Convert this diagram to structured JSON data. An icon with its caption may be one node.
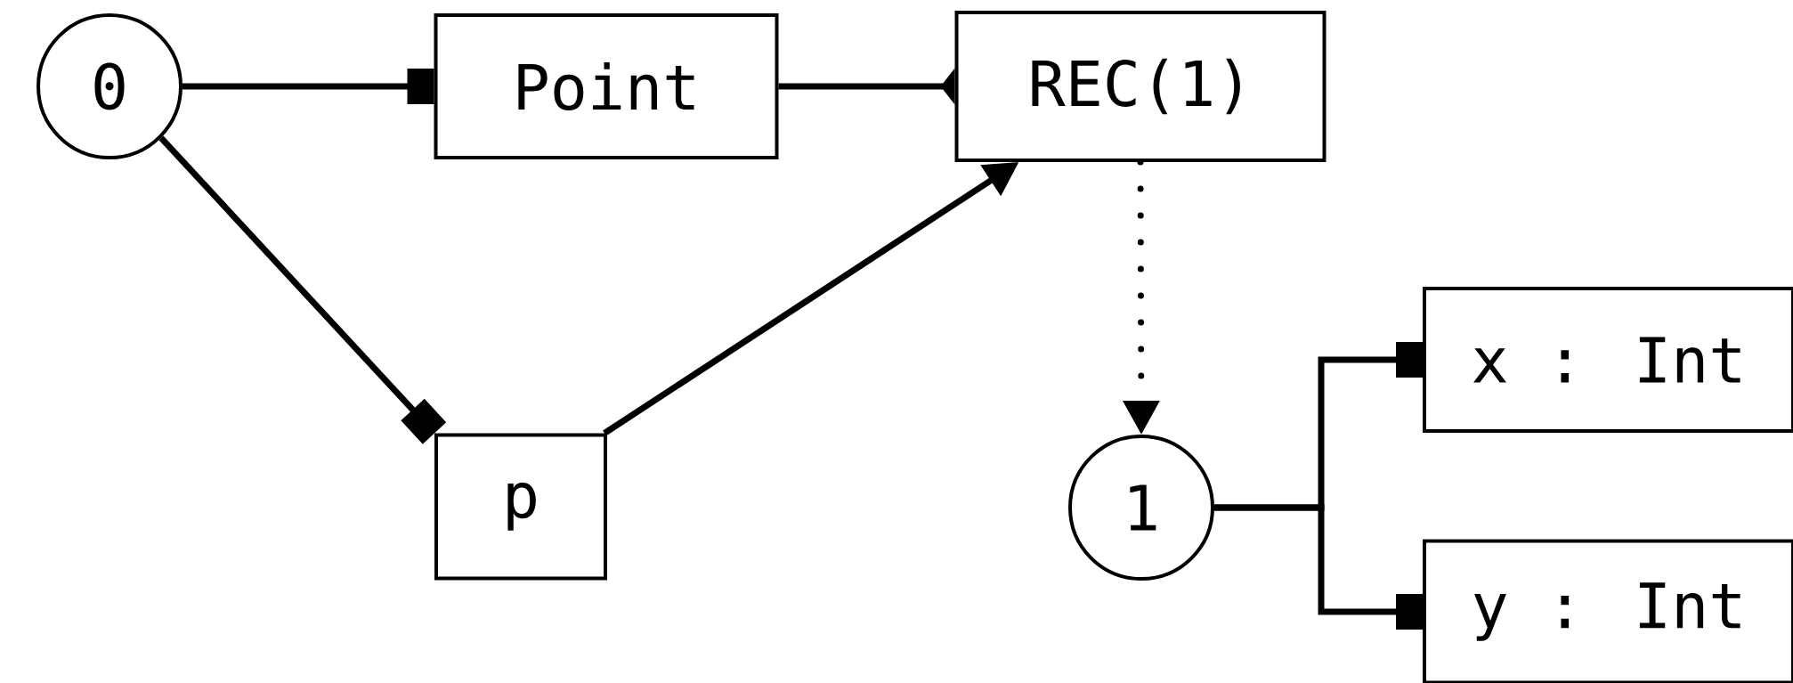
{
  "diagram": {
    "nodes": [
      {
        "text": [
          "0"
        ]
      },
      {
        "text": [
          "Point"
        ]
      },
      {
        "text": [
          "REC(1)"
        ]
      },
      {
        "text": [
          "p"
        ]
      },
      {
        "text": [
          "1"
        ]
      },
      {
        "text": [
          "x : Int"
        ]
      },
      {
        "text": [
          "y : Int"
        ]
      }
    ],
    "edges": [
      {
        "from": 0,
        "to": 1,
        "arrow": "other"
      },
      {
        "from": 1,
        "to": 2,
        "arrow": "other"
      },
      {
        "from": 0,
        "to": 3,
        "arrow": "other"
      },
      {
        "from": 3,
        "to": 2,
        "arrow": "to"
      },
      {
        "from": 2,
        "to": 4,
        "arrow": "to",
        "style": "dashed"
      },
      {
        "from": 4,
        "to": 5,
        "arrow": "other"
      },
      {
        "from": 4,
        "to": 6,
        "arrow": "other"
      }
    ]
  }
}
